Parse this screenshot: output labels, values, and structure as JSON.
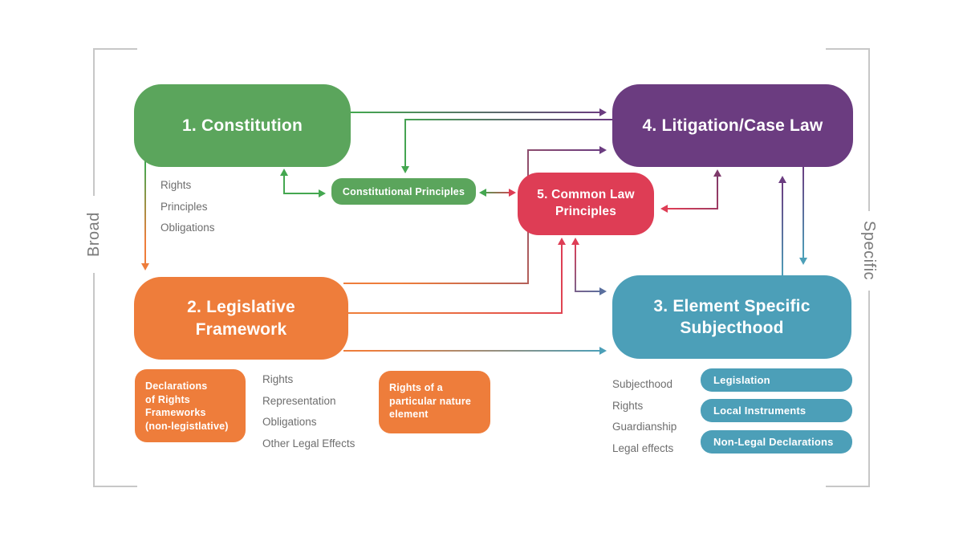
{
  "colors": {
    "green": "#5BA55C",
    "green_arrow": "#44A750",
    "orange": "#EE7D3B",
    "purple": "#6B3C80",
    "crimson": "#DE3D55",
    "crimson_dark": "#7E3A6A",
    "teal": "#4C9FB8",
    "slate": "#5A6F9E",
    "gray_text": "#6E6E6E",
    "gray_bracket": "#C7C7C7",
    "gray_side": "#7B7B7B"
  },
  "side_labels": {
    "left": "Broad",
    "right": "Specific"
  },
  "boxes": {
    "constitution": "1. Constitution",
    "litigation": "4. Litigation/Case Law",
    "legislative": "2. Legislative\nFramework",
    "element": "3. Element Specific\nSubjecthood",
    "common_law": "5. Common Law\nPrinciples",
    "constitutional_principles": "Constitutional Principles",
    "declarations": "Declarations\nof Rights\nFrameworks\n(non-legistlative)",
    "rights_particular": "Rights of a\nparticular nature\nelement"
  },
  "pills": [
    "Legislation",
    "Local Instruments",
    "Non-Legal Declarations"
  ],
  "notes": {
    "constitution": [
      "Rights",
      "Principles",
      "Obligations"
    ],
    "legislative": [
      "Rights",
      "Representation",
      "Obligations",
      "Other Legal Effects"
    ],
    "element": [
      "Subjecthood",
      "Rights",
      "Guardianship",
      "Legal effects"
    ]
  }
}
